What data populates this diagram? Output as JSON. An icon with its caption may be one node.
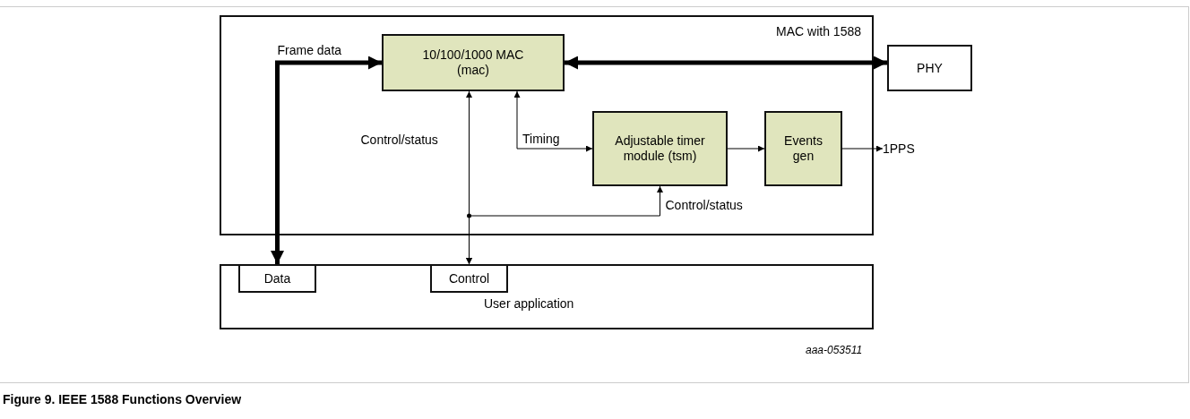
{
  "diagram": {
    "caption": "Figure 9. IEEE 1588 Functions Overview",
    "nodes": [
      {
        "text": [
          "MAC with 1588"
        ]
      },
      {
        "text": [
          "10/100/1000 MAC (mac)"
        ],
        "in": 0
      },
      {
        "text": [
          "Adjustable timer module (tsm)"
        ],
        "in": 0
      },
      {
        "text": [
          "Events gen"
        ],
        "in": 0
      },
      {
        "text": [
          "PHY"
        ]
      },
      {
        "text": [
          "User application"
        ]
      },
      {
        "text": [
          "Data"
        ],
        "in": 5
      },
      {
        "text": [
          "Control"
        ],
        "in": 5
      },
      {
        "text": [
          "1PPS"
        ]
      }
    ],
    "edges": [
      {
        "from": 6,
        "to": 1,
        "arrow": "both",
        "label": "Frame data",
        "style": "thick"
      },
      {
        "from": 1,
        "to": 4,
        "arrow": "both",
        "style": "thick"
      },
      {
        "from": 1,
        "to": 2,
        "arrow": "both",
        "label": "Timing"
      },
      {
        "from": 2,
        "to": 3,
        "arrow": "to"
      },
      {
        "from": 3,
        "to": 8,
        "arrow": "to"
      },
      {
        "from": 7,
        "to": 1,
        "arrow": "both",
        "label": "Control/status"
      },
      {
        "from": 7,
        "to": 2,
        "arrow": "both",
        "label": "Control/status"
      }
    ],
    "labels": [
      "aaa-053511"
    ]
  }
}
